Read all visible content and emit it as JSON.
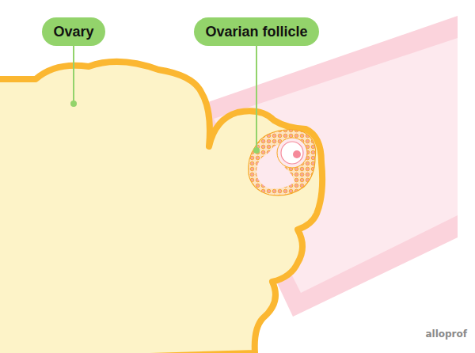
{
  "diagram": {
    "nodes": [
      {
        "text": [
          "Ovary"
        ]
      },
      {
        "text": [
          "Ovarian follicle"
        ]
      }
    ],
    "labels": [
      "alloprof"
    ]
  }
}
